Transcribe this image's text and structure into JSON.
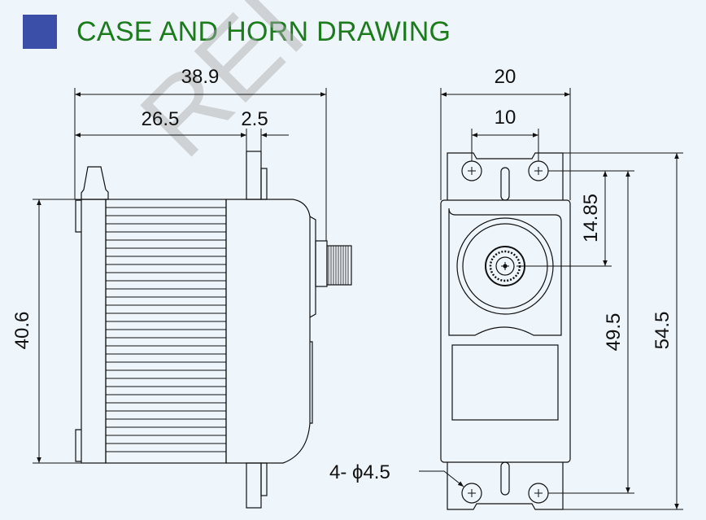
{
  "header": {
    "title": "CASE AND HORN DRAWING",
    "bullet_color": "#3b4fa8",
    "title_color": "#1c7c1c"
  },
  "watermark": {
    "text": "REI"
  },
  "side_view": {
    "dim_overall_length": "38.9",
    "dim_body_length": "26.5",
    "dim_spline_offset": "2.5",
    "dim_height": "40.6"
  },
  "front_view": {
    "dim_width": "20",
    "dim_hole_spacing": "10",
    "dim_shaft_offset": "14.85",
    "dim_hole_pitch": "49.5",
    "dim_overall_length": "54.5",
    "hole_note": "4- ϕ4.5"
  }
}
